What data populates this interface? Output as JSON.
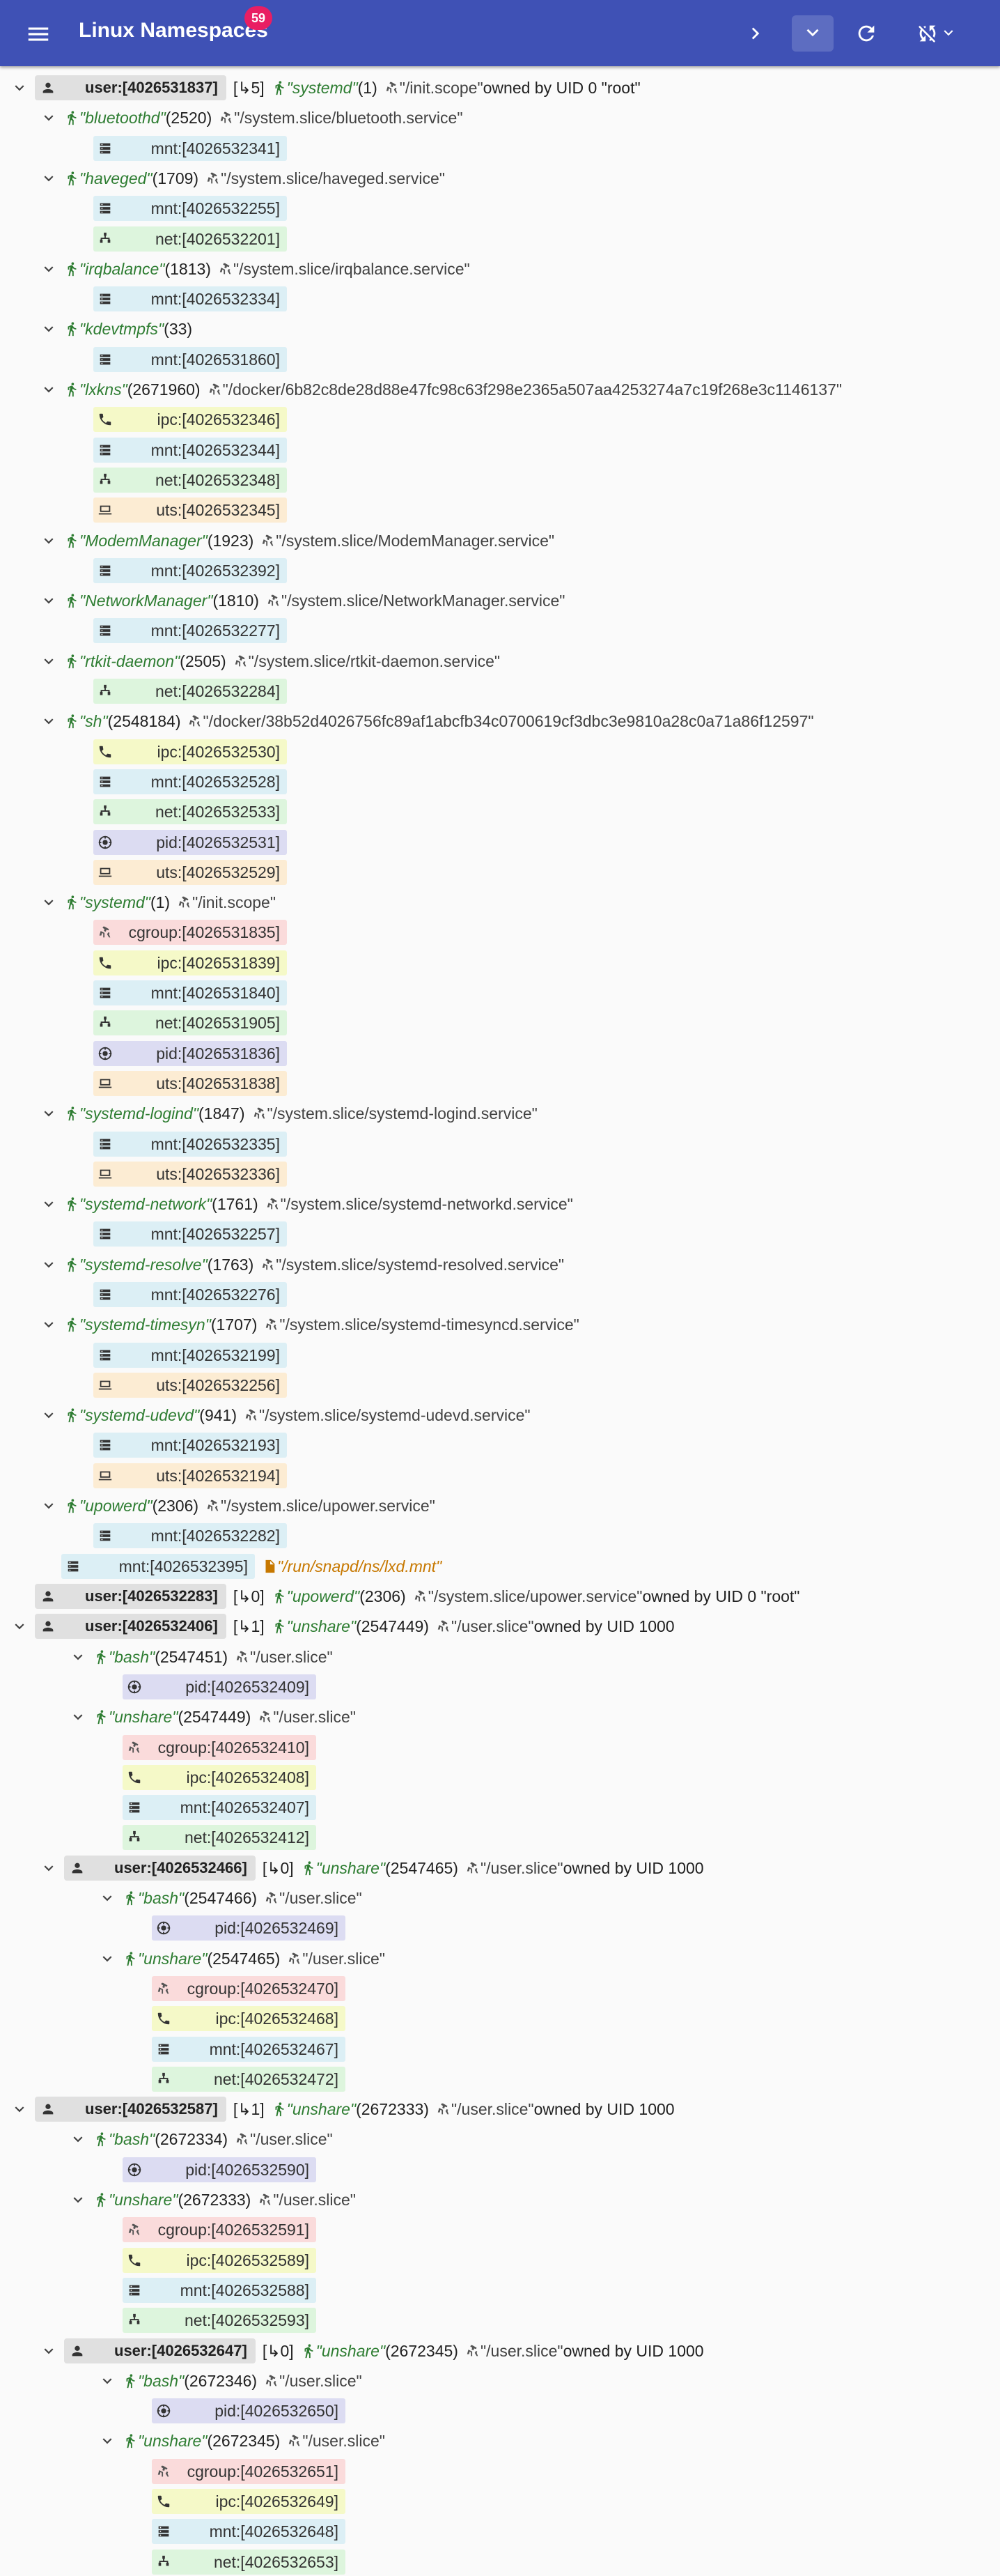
{
  "app": {
    "title": "Linux Namespaces",
    "badge": "59",
    "icons": [
      "menu-icon",
      "chevron-right-icon",
      "chevron-down-icon",
      "refresh-icon",
      "sync-disabled-icon",
      "arrow-drop-down-icon"
    ],
    "colors": {
      "appbar": "#3f51b5",
      "badge": "#e91e63",
      "process": "#2e7d32",
      "mnt": "#dceff5",
      "net": "#ddf5dd",
      "ipc": "#f5f9c8",
      "uts": "#fcecd3",
      "pid": "#dcdcf2",
      "cgroup": "#fadbdb"
    }
  },
  "rows": [
    {
      "kind": "user",
      "indent": 0,
      "caret": true,
      "id": "user:[4026531837]",
      "children": "[↳5]",
      "proc": "\"systemd\"",
      "pid": "(1)",
      "cgroup": "\"/init.scope\"",
      "owner": "owned by UID 0 \"root\""
    },
    {
      "kind": "proc",
      "indent": 1,
      "caret": true,
      "proc": "\"bluetoothd\"",
      "pid": "(2520)",
      "cgroup": "\"/system.slice/bluetooth.service\""
    },
    {
      "kind": "ns",
      "indent": 2,
      "type": "mnt",
      "text": "mnt:[4026532341]"
    },
    {
      "kind": "proc",
      "indent": 1,
      "caret": true,
      "proc": "\"haveged\"",
      "pid": "(1709)",
      "cgroup": "\"/system.slice/haveged.service\""
    },
    {
      "kind": "ns",
      "indent": 2,
      "type": "mnt",
      "text": "mnt:[4026532255]"
    },
    {
      "kind": "ns",
      "indent": 2,
      "type": "net",
      "text": "net:[4026532201]"
    },
    {
      "kind": "proc",
      "indent": 1,
      "caret": true,
      "proc": "\"irqbalance\"",
      "pid": "(1813)",
      "cgroup": "\"/system.slice/irqbalance.service\""
    },
    {
      "kind": "ns",
      "indent": 2,
      "type": "mnt",
      "text": "mnt:[4026532334]"
    },
    {
      "kind": "proc",
      "indent": 1,
      "caret": true,
      "proc": "\"kdevtmpfs\"",
      "pid": "(33)",
      "cgroup": ""
    },
    {
      "kind": "ns",
      "indent": 2,
      "type": "mnt",
      "text": "mnt:[4026531860]"
    },
    {
      "kind": "proc",
      "indent": 1,
      "caret": true,
      "proc": "\"lxkns\"",
      "pid": "(2671960)",
      "cgroup": "\"/docker/6b82c8de28d88e47fc98c63f298e2365a507aa4253274a7c19f268e3c1146137\""
    },
    {
      "kind": "ns",
      "indent": 2,
      "type": "ipc",
      "text": "ipc:[4026532346]"
    },
    {
      "kind": "ns",
      "indent": 2,
      "type": "mnt",
      "text": "mnt:[4026532344]"
    },
    {
      "kind": "ns",
      "indent": 2,
      "type": "net",
      "text": "net:[4026532348]"
    },
    {
      "kind": "ns",
      "indent": 2,
      "type": "uts",
      "text": "uts:[4026532345]"
    },
    {
      "kind": "proc",
      "indent": 1,
      "caret": true,
      "proc": "\"ModemManager\"",
      "pid": "(1923)",
      "cgroup": "\"/system.slice/ModemManager.service\""
    },
    {
      "kind": "ns",
      "indent": 2,
      "type": "mnt",
      "text": "mnt:[4026532392]"
    },
    {
      "kind": "proc",
      "indent": 1,
      "caret": true,
      "proc": "\"NetworkManager\"",
      "pid": "(1810)",
      "cgroup": "\"/system.slice/NetworkManager.service\""
    },
    {
      "kind": "ns",
      "indent": 2,
      "type": "mnt",
      "text": "mnt:[4026532277]"
    },
    {
      "kind": "proc",
      "indent": 1,
      "caret": true,
      "proc": "\"rtkit-daemon\"",
      "pid": "(2505)",
      "cgroup": "\"/system.slice/rtkit-daemon.service\""
    },
    {
      "kind": "ns",
      "indent": 2,
      "type": "net",
      "text": "net:[4026532284]"
    },
    {
      "kind": "proc",
      "indent": 1,
      "caret": true,
      "proc": "\"sh\"",
      "pid": "(2548184)",
      "cgroup": "\"/docker/38b52d4026756fc89af1abcfb34c0700619cf3dbc3e9810a28c0a71a86f12597\""
    },
    {
      "kind": "ns",
      "indent": 2,
      "type": "ipc",
      "text": "ipc:[4026532530]"
    },
    {
      "kind": "ns",
      "indent": 2,
      "type": "mnt",
      "text": "mnt:[4026532528]"
    },
    {
      "kind": "ns",
      "indent": 2,
      "type": "net",
      "text": "net:[4026532533]"
    },
    {
      "kind": "ns",
      "indent": 2,
      "type": "pid",
      "text": "pid:[4026532531]"
    },
    {
      "kind": "ns",
      "indent": 2,
      "type": "uts",
      "text": "uts:[4026532529]"
    },
    {
      "kind": "proc",
      "indent": 1,
      "caret": true,
      "proc": "\"systemd\"",
      "pid": "(1)",
      "cgroup": "\"/init.scope\""
    },
    {
      "kind": "ns",
      "indent": 2,
      "type": "cgroup",
      "text": "cgroup:[4026531835]"
    },
    {
      "kind": "ns",
      "indent": 2,
      "type": "ipc",
      "text": "ipc:[4026531839]"
    },
    {
      "kind": "ns",
      "indent": 2,
      "type": "mnt",
      "text": "mnt:[4026531840]"
    },
    {
      "kind": "ns",
      "indent": 2,
      "type": "net",
      "text": "net:[4026531905]"
    },
    {
      "kind": "ns",
      "indent": 2,
      "type": "pid",
      "text": "pid:[4026531836]"
    },
    {
      "kind": "ns",
      "indent": 2,
      "type": "uts",
      "text": "uts:[4026531838]"
    },
    {
      "kind": "proc",
      "indent": 1,
      "caret": true,
      "proc": "\"systemd-logind\"",
      "pid": "(1847)",
      "cgroup": "\"/system.slice/systemd-logind.service\""
    },
    {
      "kind": "ns",
      "indent": 2,
      "type": "mnt",
      "text": "mnt:[4026532335]"
    },
    {
      "kind": "ns",
      "indent": 2,
      "type": "uts",
      "text": "uts:[4026532336]"
    },
    {
      "kind": "proc",
      "indent": 1,
      "caret": true,
      "proc": "\"systemd-network\"",
      "pid": "(1761)",
      "cgroup": "\"/system.slice/systemd-networkd.service\""
    },
    {
      "kind": "ns",
      "indent": 2,
      "type": "mnt",
      "text": "mnt:[4026532257]"
    },
    {
      "kind": "proc",
      "indent": 1,
      "caret": true,
      "proc": "\"systemd-resolve\"",
      "pid": "(1763)",
      "cgroup": "\"/system.slice/systemd-resolved.service\""
    },
    {
      "kind": "ns",
      "indent": 2,
      "type": "mnt",
      "text": "mnt:[4026532276]"
    },
    {
      "kind": "proc",
      "indent": 1,
      "caret": true,
      "proc": "\"systemd-timesyn\"",
      "pid": "(1707)",
      "cgroup": "\"/system.slice/systemd-timesyncd.service\""
    },
    {
      "kind": "ns",
      "indent": 2,
      "type": "mnt",
      "text": "mnt:[4026532199]"
    },
    {
      "kind": "ns",
      "indent": 2,
      "type": "uts",
      "text": "uts:[4026532256]"
    },
    {
      "kind": "proc",
      "indent": 1,
      "caret": true,
      "proc": "\"systemd-udevd\"",
      "pid": "(941)",
      "cgroup": "\"/system.slice/systemd-udevd.service\""
    },
    {
      "kind": "ns",
      "indent": 2,
      "type": "mnt",
      "text": "mnt:[4026532193]"
    },
    {
      "kind": "ns",
      "indent": 2,
      "type": "uts",
      "text": "uts:[4026532194]"
    },
    {
      "kind": "proc",
      "indent": 1,
      "caret": true,
      "proc": "\"upowerd\"",
      "pid": "(2306)",
      "cgroup": "\"/system.slice/upower.service\""
    },
    {
      "kind": "ns",
      "indent": 2,
      "type": "mnt",
      "text": "mnt:[4026532282]"
    },
    {
      "kind": "nsfile",
      "indent": 0,
      "type": "mnt",
      "text": "mnt:[4026532395]",
      "file": "\"/run/snapd/ns/lxd.mnt\""
    },
    {
      "kind": "user",
      "indent": 0,
      "caret": false,
      "id": "user:[4026532283]",
      "children": "[↳0]",
      "proc": "\"upowerd\"",
      "pid": "(2306)",
      "cgroup": "\"/system.slice/upower.service\"",
      "owner": "owned by UID 0 \"root\""
    },
    {
      "kind": "user",
      "indent": 0,
      "caret": true,
      "id": "user:[4026532406]",
      "children": "[↳1]",
      "proc": "\"unshare\"",
      "pid": "(2547449)",
      "cgroup": "\"/user.slice\"",
      "owner": "owned by UID 1000"
    },
    {
      "kind": "proc",
      "indent": 2,
      "caret": true,
      "proc": "\"bash\"",
      "pid": "(2547451)",
      "cgroup": "\"/user.slice\""
    },
    {
      "kind": "ns",
      "indent": 3,
      "type": "pid",
      "text": "pid:[4026532409]"
    },
    {
      "kind": "proc",
      "indent": 2,
      "caret": true,
      "proc": "\"unshare\"",
      "pid": "(2547449)",
      "cgroup": "\"/user.slice\""
    },
    {
      "kind": "ns",
      "indent": 3,
      "type": "cgroup",
      "text": "cgroup:[4026532410]"
    },
    {
      "kind": "ns",
      "indent": 3,
      "type": "ipc",
      "text": "ipc:[4026532408]"
    },
    {
      "kind": "ns",
      "indent": 3,
      "type": "mnt",
      "text": "mnt:[4026532407]"
    },
    {
      "kind": "ns",
      "indent": 3,
      "type": "net",
      "text": "net:[4026532412]"
    },
    {
      "kind": "user",
      "indent": 1,
      "caret": true,
      "id": "user:[4026532466]",
      "children": "[↳0]",
      "proc": "\"unshare\"",
      "pid": "(2547465)",
      "cgroup": "\"/user.slice\"",
      "owner": "owned by UID 1000"
    },
    {
      "kind": "proc",
      "indent": 3,
      "caret": true,
      "proc": "\"bash\"",
      "pid": "(2547466)",
      "cgroup": "\"/user.slice\""
    },
    {
      "kind": "ns",
      "indent": 4,
      "type": "pid",
      "text": "pid:[4026532469]"
    },
    {
      "kind": "proc",
      "indent": 3,
      "caret": true,
      "proc": "\"unshare\"",
      "pid": "(2547465)",
      "cgroup": "\"/user.slice\""
    },
    {
      "kind": "ns",
      "indent": 4,
      "type": "cgroup",
      "text": "cgroup:[4026532470]"
    },
    {
      "kind": "ns",
      "indent": 4,
      "type": "ipc",
      "text": "ipc:[4026532468]"
    },
    {
      "kind": "ns",
      "indent": 4,
      "type": "mnt",
      "text": "mnt:[4026532467]"
    },
    {
      "kind": "ns",
      "indent": 4,
      "type": "net",
      "text": "net:[4026532472]"
    },
    {
      "kind": "user",
      "indent": 0,
      "caret": true,
      "id": "user:[4026532587]",
      "children": "[↳1]",
      "proc": "\"unshare\"",
      "pid": "(2672333)",
      "cgroup": "\"/user.slice\"",
      "owner": "owned by UID 1000"
    },
    {
      "kind": "proc",
      "indent": 2,
      "caret": true,
      "proc": "\"bash\"",
      "pid": "(2672334)",
      "cgroup": "\"/user.slice\""
    },
    {
      "kind": "ns",
      "indent": 3,
      "type": "pid",
      "text": "pid:[4026532590]"
    },
    {
      "kind": "proc",
      "indent": 2,
      "caret": true,
      "proc": "\"unshare\"",
      "pid": "(2672333)",
      "cgroup": "\"/user.slice\""
    },
    {
      "kind": "ns",
      "indent": 3,
      "type": "cgroup",
      "text": "cgroup:[4026532591]"
    },
    {
      "kind": "ns",
      "indent": 3,
      "type": "ipc",
      "text": "ipc:[4026532589]"
    },
    {
      "kind": "ns",
      "indent": 3,
      "type": "mnt",
      "text": "mnt:[4026532588]"
    },
    {
      "kind": "ns",
      "indent": 3,
      "type": "net",
      "text": "net:[4026532593]"
    },
    {
      "kind": "user",
      "indent": 1,
      "caret": true,
      "id": "user:[4026532647]",
      "children": "[↳0]",
      "proc": "\"unshare\"",
      "pid": "(2672345)",
      "cgroup": "\"/user.slice\"",
      "owner": "owned by UID 1000"
    },
    {
      "kind": "proc",
      "indent": 3,
      "caret": true,
      "proc": "\"bash\"",
      "pid": "(2672346)",
      "cgroup": "\"/user.slice\""
    },
    {
      "kind": "ns",
      "indent": 4,
      "type": "pid",
      "text": "pid:[4026532650]"
    },
    {
      "kind": "proc",
      "indent": 3,
      "caret": true,
      "proc": "\"unshare\"",
      "pid": "(2672345)",
      "cgroup": "\"/user.slice\""
    },
    {
      "kind": "ns",
      "indent": 4,
      "type": "cgroup",
      "text": "cgroup:[4026532651]"
    },
    {
      "kind": "ns",
      "indent": 4,
      "type": "ipc",
      "text": "ipc:[4026532649]"
    },
    {
      "kind": "ns",
      "indent": 4,
      "type": "mnt",
      "text": "mnt:[4026532648]"
    },
    {
      "kind": "ns",
      "indent": 4,
      "type": "net",
      "text": "net:[4026532653]"
    }
  ]
}
